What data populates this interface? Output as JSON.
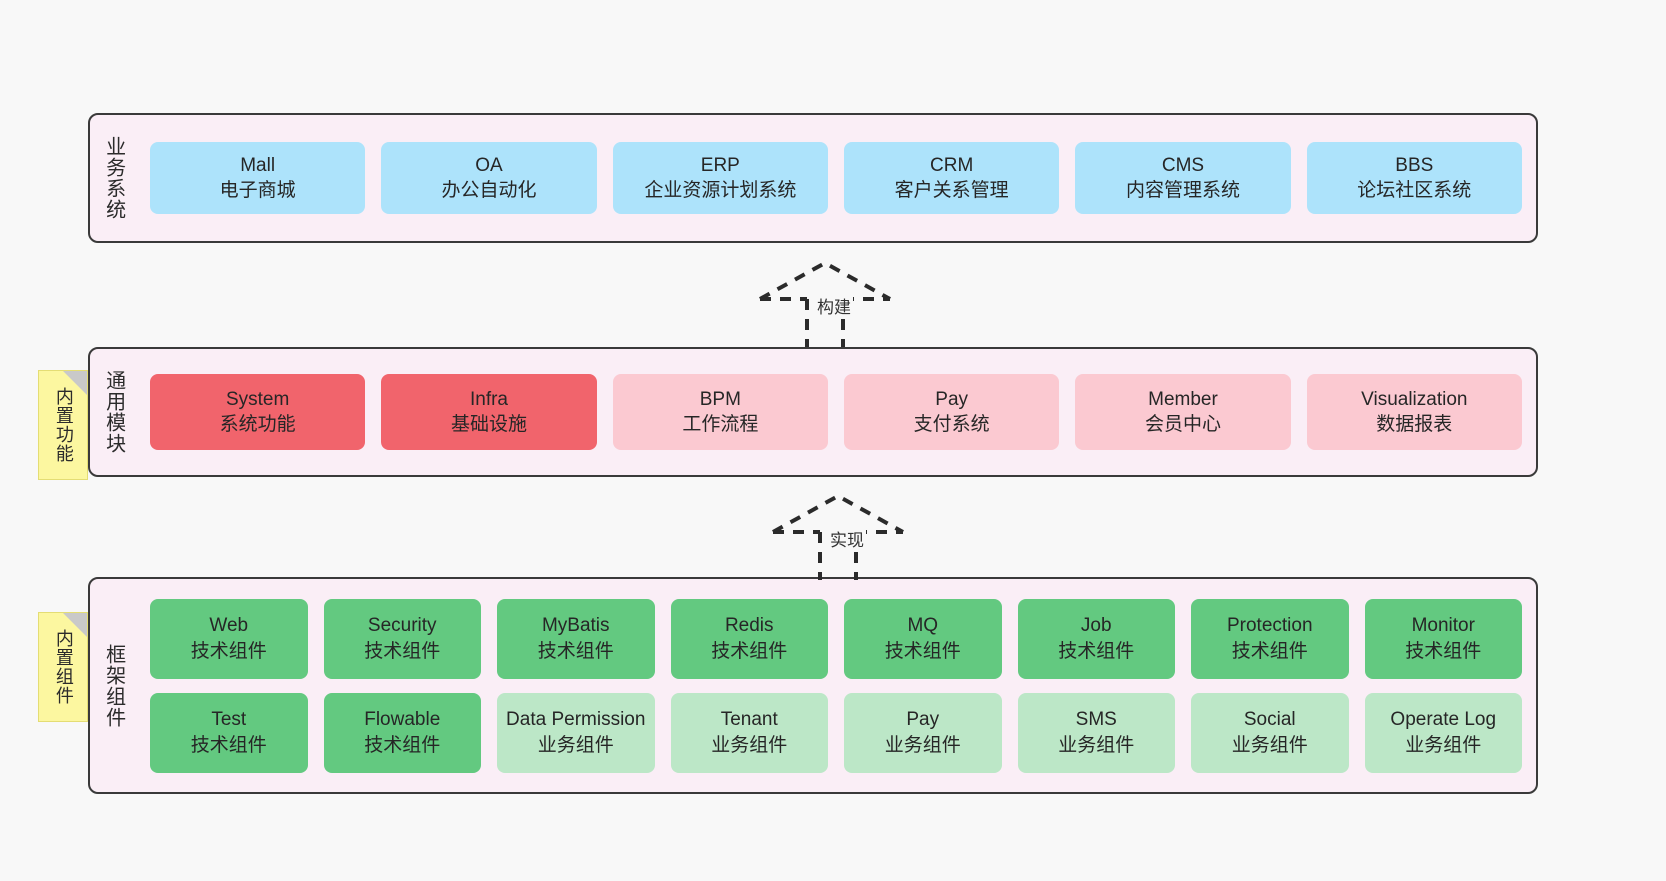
{
  "diagram": {
    "background_color": "#f8f8f8",
    "layer_background_color": "#faeef6",
    "layers": [
      {
        "id": "business",
        "title": "业务系统",
        "cards": [
          {
            "en": "Mall",
            "cn": "电子商城",
            "color": "#ade3fb"
          },
          {
            "en": "OA",
            "cn": "办公自动化",
            "color": "#ade3fb"
          },
          {
            "en": "ERP",
            "cn": "企业资源计划系统",
            "color": "#ade3fb"
          },
          {
            "en": "CRM",
            "cn": "客户关系管理",
            "color": "#ade3fb"
          },
          {
            "en": "CMS",
            "cn": "内容管理系统",
            "color": "#ade3fb"
          },
          {
            "en": "BBS",
            "cn": "论坛社区系统",
            "color": "#ade3fb"
          }
        ]
      },
      {
        "id": "common",
        "title": "通用模块",
        "note": "内置功能",
        "cards": [
          {
            "en": "System",
            "cn": "系统功能",
            "color": "#f1646c"
          },
          {
            "en": "Infra",
            "cn": "基础设施",
            "color": "#f1646c"
          },
          {
            "en": "BPM",
            "cn": "工作流程",
            "color": "#fbc9d1"
          },
          {
            "en": "Pay",
            "cn": "支付系统",
            "color": "#fbc9d1"
          },
          {
            "en": "Member",
            "cn": "会员中心",
            "color": "#fbc9d1"
          },
          {
            "en": "Visualization",
            "cn": "数据报表",
            "color": "#fbc9d1"
          }
        ]
      },
      {
        "id": "framework",
        "title": "框架组件",
        "note": "内置组件",
        "rows": [
          [
            {
              "en": "Web",
              "cn": "技术组件",
              "color": "#63c980"
            },
            {
              "en": "Security",
              "cn": "技术组件",
              "color": "#63c980"
            },
            {
              "en": "MyBatis",
              "cn": "技术组件",
              "color": "#63c980"
            },
            {
              "en": "Redis",
              "cn": "技术组件",
              "color": "#63c980"
            },
            {
              "en": "MQ",
              "cn": "技术组件",
              "color": "#63c980"
            },
            {
              "en": "Job",
              "cn": "技术组件",
              "color": "#63c980"
            },
            {
              "en": "Protection",
              "cn": "技术组件",
              "color": "#63c980"
            },
            {
              "en": "Monitor",
              "cn": "技术组件",
              "color": "#63c980"
            }
          ],
          [
            {
              "en": "Test",
              "cn": "技术组件",
              "color": "#63c980"
            },
            {
              "en": "Flowable",
              "cn": "技术组件",
              "color": "#63c980"
            },
            {
              "en": "Data Permission",
              "cn": "业务组件",
              "color": "#bce7c7"
            },
            {
              "en": "Tenant",
              "cn": "业务组件",
              "color": "#bce7c7"
            },
            {
              "en": "Pay",
              "cn": "业务组件",
              "color": "#bce7c7"
            },
            {
              "en": "SMS",
              "cn": "业务组件",
              "color": "#bce7c7"
            },
            {
              "en": "Social",
              "cn": "业务组件",
              "color": "#bce7c7"
            },
            {
              "en": "Operate Log",
              "cn": "业务组件",
              "color": "#bce7c7"
            }
          ]
        ]
      }
    ],
    "connectors": [
      {
        "id": "build",
        "label": "构建",
        "style": "dashed-hollow-arrow-up"
      },
      {
        "id": "realize",
        "label": "实现",
        "style": "dashed-hollow-arrow-up"
      }
    ]
  }
}
